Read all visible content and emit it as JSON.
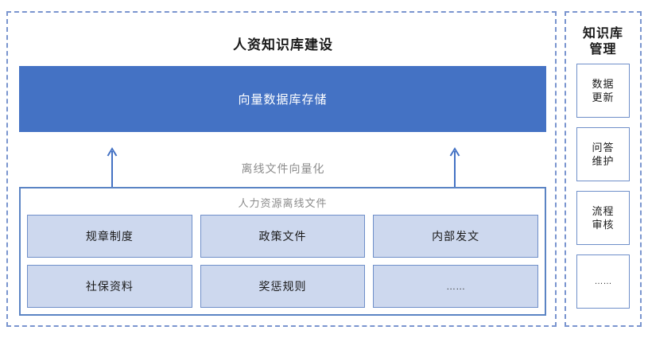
{
  "main": {
    "title": "人资知识库建设",
    "vector_store": {
      "label": "向量数据库存储",
      "color": "#4472C4"
    },
    "flow_label": "离线文件向量化",
    "arrows": {
      "icon": "arrow-up-icon",
      "color": "#4472C4",
      "count": 2
    },
    "files": {
      "title": "人力资源离线文件",
      "cell_fill": "#CDD8EE",
      "cell_border": "#6F8FC9",
      "cells": [
        {
          "label": "规章制度"
        },
        {
          "label": "政策文件"
        },
        {
          "label": "内部发文"
        },
        {
          "label": "社保资料"
        },
        {
          "label": "奖惩规则"
        },
        {
          "label": "……",
          "is_ellipsis": true
        }
      ]
    }
  },
  "sidebar": {
    "title_line1": "知识库",
    "title_line2": "管理",
    "items": [
      {
        "line1": "数据",
        "line2": "更新"
      },
      {
        "line1": "问答",
        "line2": "维护"
      },
      {
        "line1": "流程",
        "line2": "审核"
      },
      {
        "line1": "……",
        "line2": "",
        "is_ellipsis": true
      }
    ]
  },
  "style": {
    "dashed_border_color": "#7A95CF",
    "muted_text_color": "#8C8C8C"
  }
}
